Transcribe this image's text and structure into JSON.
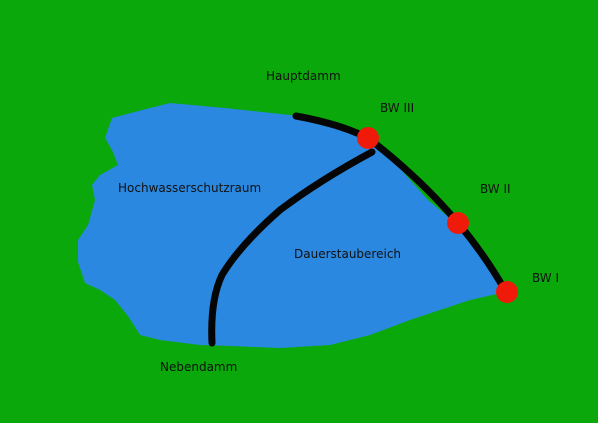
{
  "colors": {
    "land": "#0aa80a",
    "water": "#2a88e0",
    "dam": "#050505",
    "structure": "#f01a0a",
    "text": "#111111"
  },
  "labels": {
    "main_dam": "Hauptdamm",
    "side_dam": "Nebendamm",
    "flood_zone": "Hochwasserschutzraum",
    "permanent_zone": "Dauerstaubereich",
    "structure_3": "BW III",
    "structure_2": "BW II",
    "structure_1": "BW I"
  }
}
